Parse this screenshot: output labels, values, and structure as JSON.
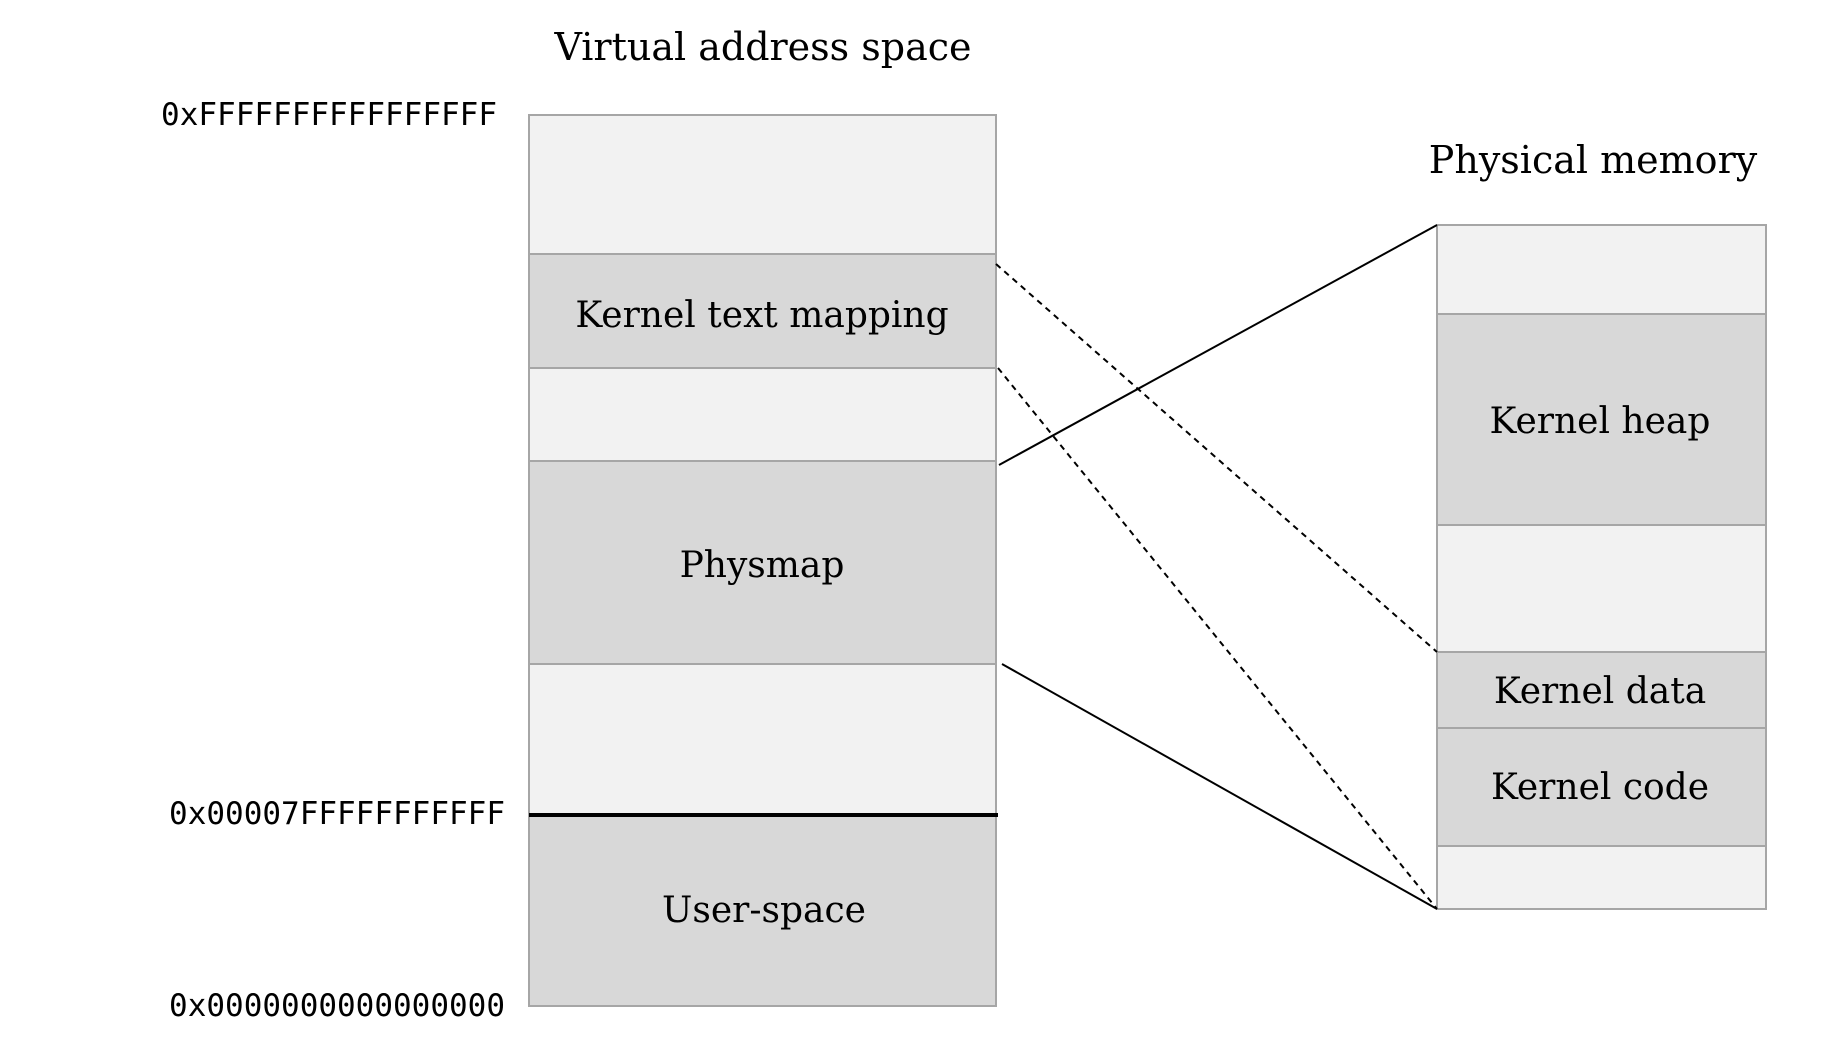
{
  "virtual": {
    "title": "Virtual address space",
    "addresses": {
      "top": "0xFFFFFFFFFFFFFFFF",
      "user_boundary": "0x00007FFFFFFFFFFF",
      "bottom": "0x0000000000000000"
    },
    "regions": {
      "kernel_text_mapping": "Kernel text mapping",
      "physmap": "Physmap",
      "user_space": "User-space"
    }
  },
  "physical": {
    "title": "Physical memory",
    "regions": {
      "kernel_heap": "Kernel heap",
      "kernel_data": "Kernel data",
      "kernel_code": "Kernel code"
    }
  },
  "colors": {
    "light_fill": "#f2f2f2",
    "dark_fill": "#d8d8d8",
    "border": "#a6a6a6",
    "line": "#000000"
  }
}
